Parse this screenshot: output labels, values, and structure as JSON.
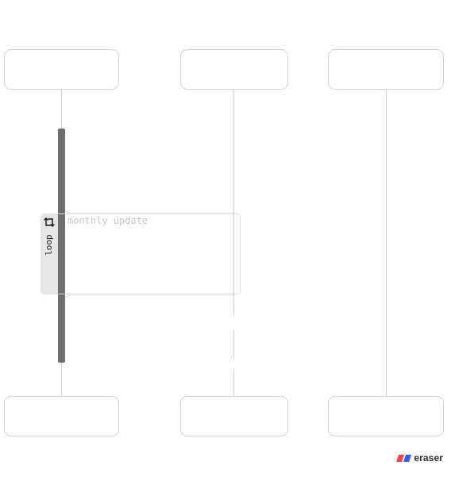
{
  "diagram": {
    "participants": [
      {
        "id": "p1",
        "label": ""
      },
      {
        "id": "p2",
        "label": ""
      },
      {
        "id": "p3",
        "label": ""
      }
    ],
    "loop": {
      "keyword": "loop",
      "condition": "monthly update",
      "icon": "repeat-icon"
    }
  },
  "branding": {
    "name": "eraser",
    "logo_colors": [
      "#e5484d",
      "#3b5bdb"
    ]
  }
}
